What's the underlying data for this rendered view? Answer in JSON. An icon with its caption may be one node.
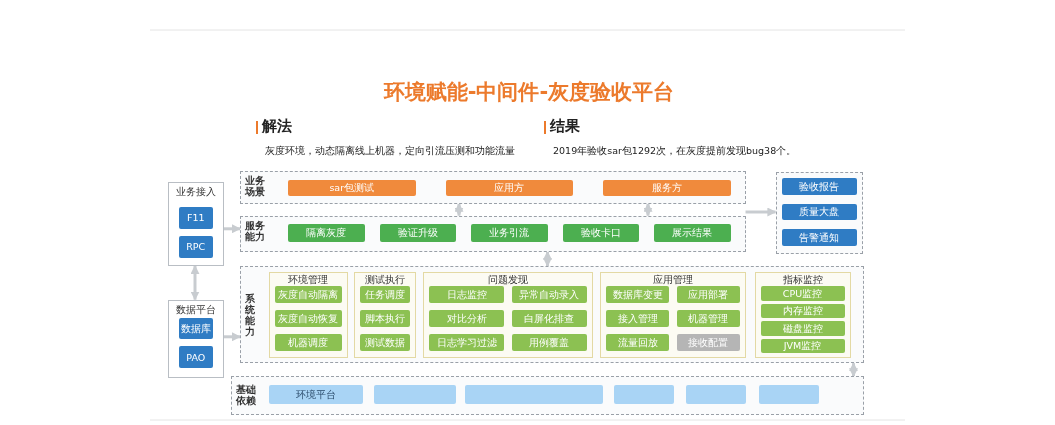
{
  "diagram": {
    "title": "环境赋能-中间件-灰度验收平台",
    "nodes": [
      {
        "text": [
          "业务接入"
        ]
      },
      {
        "text": [
          "F11"
        ],
        "in": 0
      },
      {
        "text": [
          "RPC"
        ],
        "in": 0
      },
      {
        "text": [
          "数据平台"
        ]
      },
      {
        "text": [
          "数据库"
        ],
        "in": 3
      },
      {
        "text": [
          "PAO"
        ],
        "in": 3
      },
      {
        "text": [
          "业务场景"
        ]
      },
      {
        "text": [
          "sar包测试"
        ],
        "in": 6
      },
      {
        "text": [
          "应用方"
        ],
        "in": 6
      },
      {
        "text": [
          "服务方"
        ],
        "in": 6
      },
      {
        "text": [
          "服务能力"
        ]
      },
      {
        "text": [
          "隔离灰度"
        ],
        "in": 10
      },
      {
        "text": [
          "验证升级"
        ],
        "in": 10
      },
      {
        "text": [
          "业务引流"
        ],
        "in": 10
      },
      {
        "text": [
          "验收卡口"
        ],
        "in": 10
      },
      {
        "text": [
          "展示结果"
        ],
        "in": 10
      },
      {
        "text": [],
        "shape": "box"
      },
      {
        "text": [
          "验收报告"
        ],
        "in": 16
      },
      {
        "text": [
          "质量大盘"
        ],
        "in": 16
      },
      {
        "text": [
          "告警通知"
        ],
        "in": 16
      },
      {
        "text": [
          "系统能力"
        ]
      },
      {
        "text": [
          "环境管理"
        ],
        "in": 20
      },
      {
        "text": [
          "灰度自动隔离"
        ],
        "in": 21
      },
      {
        "text": [
          "灰度自动恢复"
        ],
        "in": 21
      },
      {
        "text": [
          "机器调度"
        ],
        "in": 21
      },
      {
        "text": [
          "测试执行"
        ],
        "in": 20
      },
      {
        "text": [
          "任务调度"
        ],
        "in": 25
      },
      {
        "text": [
          "脚本执行"
        ],
        "in": 25
      },
      {
        "text": [
          "测试数据"
        ],
        "in": 25
      },
      {
        "text": [
          "问题发现"
        ],
        "in": 20
      },
      {
        "text": [
          "日志监控"
        ],
        "in": 29
      },
      {
        "text": [
          "异常自动录入"
        ],
        "in": 29
      },
      {
        "text": [
          "对比分析"
        ],
        "in": 29
      },
      {
        "text": [
          "白屏化排查"
        ],
        "in": 29
      },
      {
        "text": [
          "日志学习过滤"
        ],
        "in": 29
      },
      {
        "text": [
          "用例覆盖"
        ],
        "in": 29
      },
      {
        "text": [
          "应用管理"
        ],
        "in": 20
      },
      {
        "text": [
          "数据库变更"
        ],
        "in": 36
      },
      {
        "text": [
          "应用部署"
        ],
        "in": 36
      },
      {
        "text": [
          "接入管理"
        ],
        "in": 36
      },
      {
        "text": [
          "机器管理"
        ],
        "in": 36
      },
      {
        "text": [
          "流量回放"
        ],
        "in": 36
      },
      {
        "text": [
          "接收配置"
        ],
        "in": 36
      },
      {
        "text": [
          "指标监控"
        ],
        "in": 20
      },
      {
        "text": [
          "CPU监控"
        ],
        "in": 43
      },
      {
        "text": [
          "内存监控"
        ],
        "in": 43
      },
      {
        "text": [
          "磁盘监控"
        ],
        "in": 43
      },
      {
        "text": [
          "JVM监控"
        ],
        "in": 43
      },
      {
        "text": [
          "基础依赖"
        ]
      },
      {
        "text": [
          "环境平台"
        ],
        "in": 48
      },
      {
        "text": [],
        "shape": "box",
        "in": 48
      },
      {
        "text": [],
        "shape": "box",
        "in": 48
      },
      {
        "text": [],
        "shape": "box",
        "in": 48
      },
      {
        "text": [],
        "shape": "box",
        "in": 48
      },
      {
        "text": [],
        "shape": "box",
        "in": 48
      },
      {
        "text": [],
        "shape": "box",
        "in": 48
      }
    ],
    "edges": [
      {
        "from": 6,
        "to": 10,
        "arrow": "both"
      },
      {
        "from": 6,
        "to": 10,
        "arrow": "both"
      },
      {
        "from": 10,
        "to": 16,
        "arrow": "to"
      },
      {
        "from": 0,
        "to": 10,
        "arrow": "to"
      },
      {
        "from": 3,
        "to": 20,
        "arrow": "to"
      },
      {
        "from": 0,
        "to": 3,
        "arrow": "both"
      },
      {
        "from": 10,
        "to": 20,
        "arrow": "both"
      },
      {
        "from": 20,
        "to": 48,
        "arrow": "both"
      }
    ],
    "labels": [
      "解法",
      "灰度环境，动态隔离线上机器，定向引流压测和功能流量",
      "结果",
      "2019年验收sar包1292次，在灰度提前发现bug38个。"
    ]
  }
}
